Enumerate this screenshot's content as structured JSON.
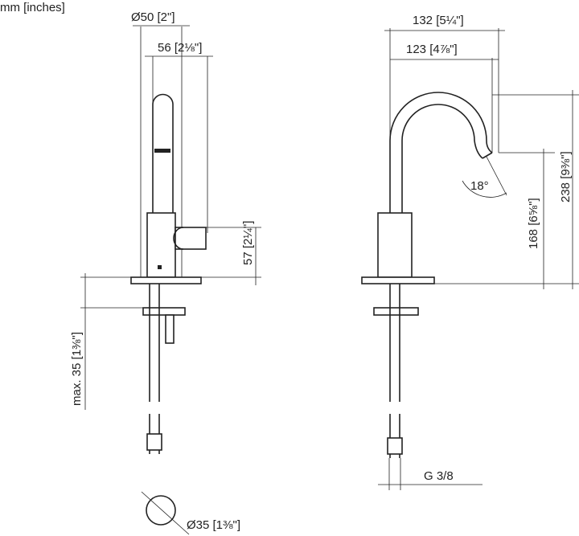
{
  "units_label": "mm [inches]",
  "side_view": {
    "dia_top": "Ø50 [2\"]",
    "width": "56 [2⅛\"]",
    "handle_height": "57 [2¼\"]",
    "max_thickness": "max. 35 [1⅜\"]",
    "dia_hole": "Ø35 [1⅜\"]"
  },
  "front_view": {
    "reach_outer": "132 [5¼\"]",
    "reach_inner": "123 [4⅞\"]",
    "angle": "18°",
    "spout_height": "168 [6⅝\"]",
    "total_height": "238 [9⅜\"]",
    "thread": "G 3/8"
  }
}
